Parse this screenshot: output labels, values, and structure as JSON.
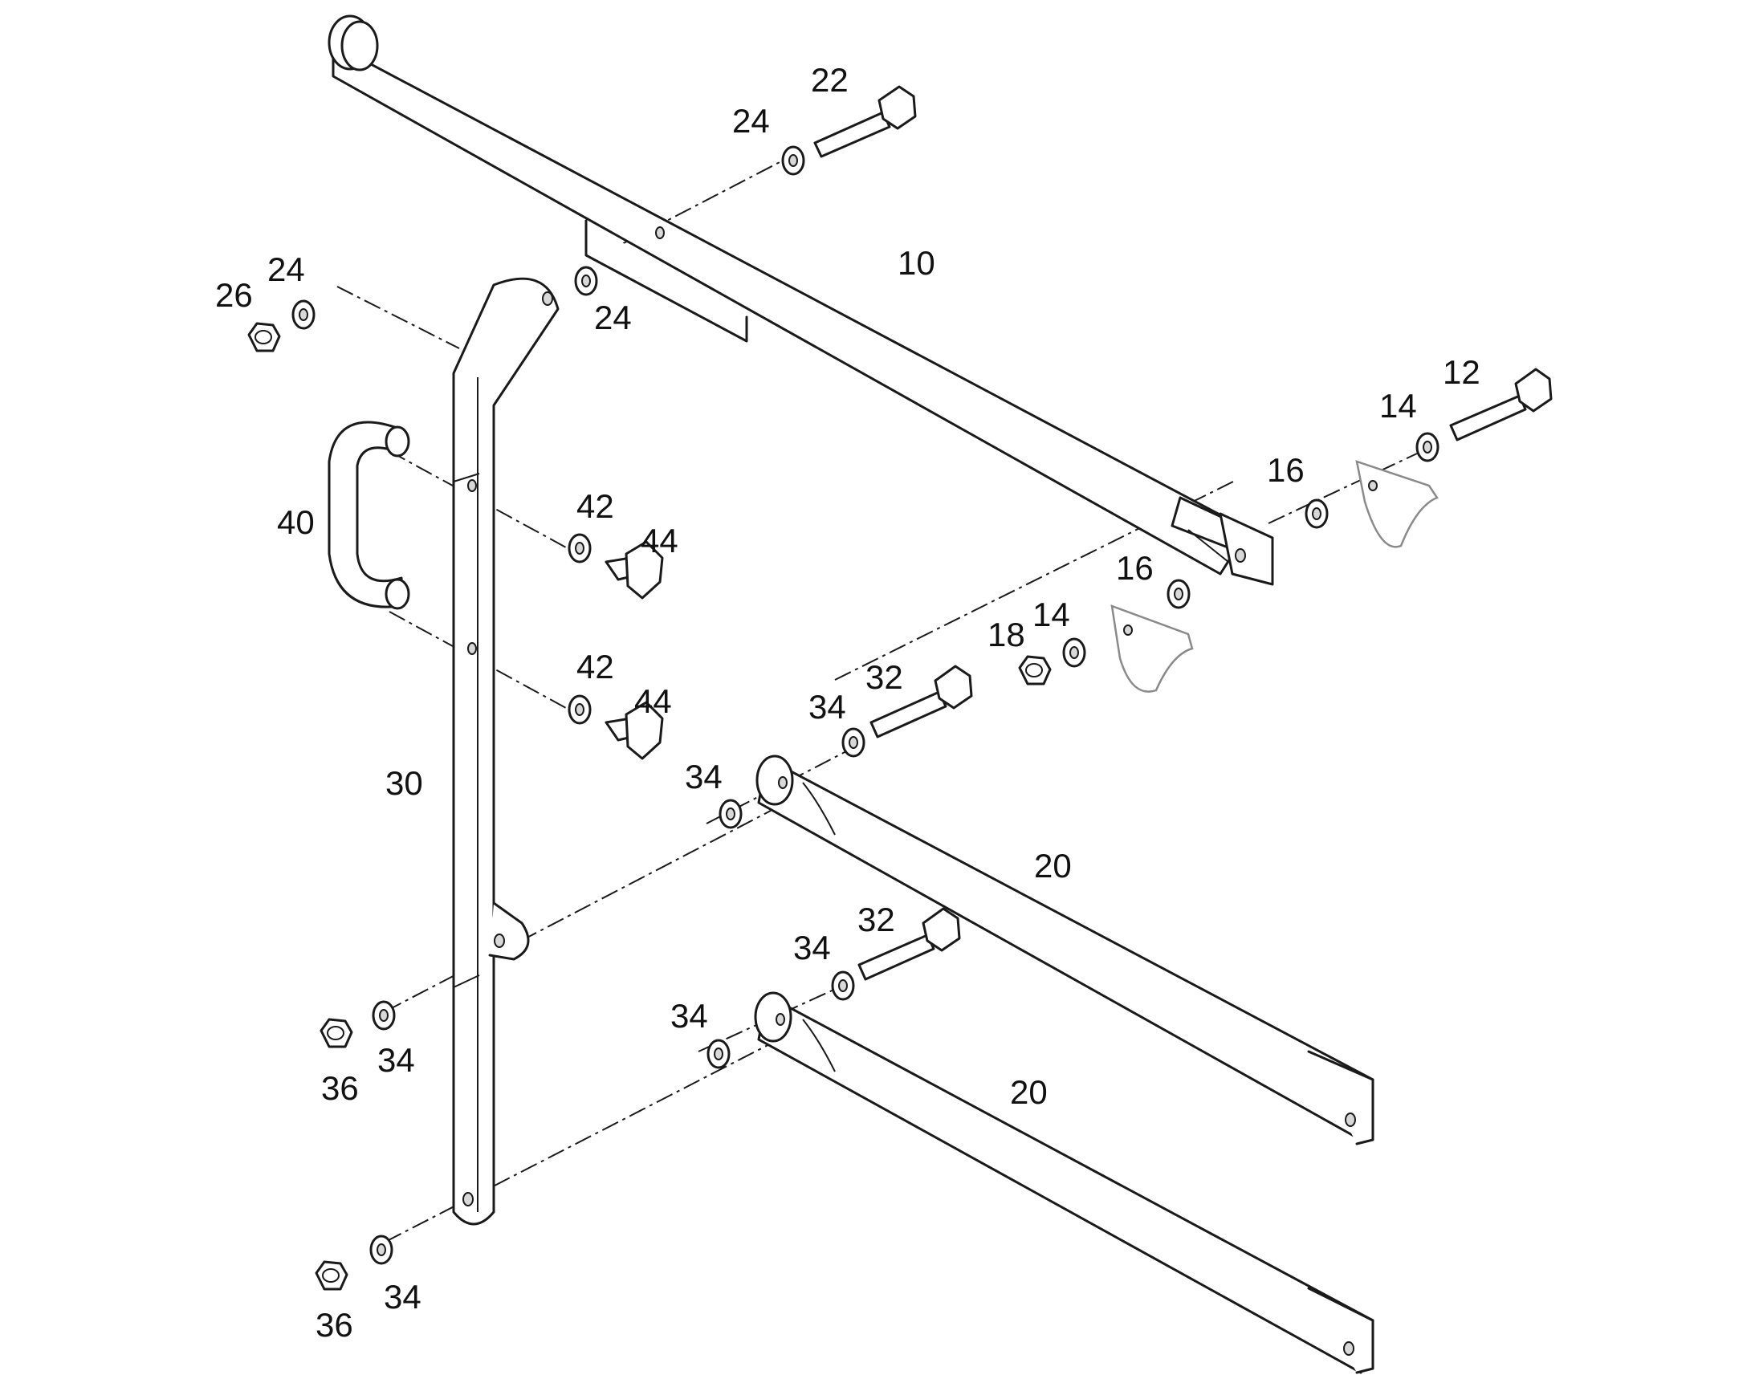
{
  "diagram": {
    "labels": {
      "l10": "10",
      "l12": "12",
      "l14a": "14",
      "l14b": "14",
      "l16a": "16",
      "l16b": "16",
      "l18": "18",
      "l20a": "20",
      "l20b": "20",
      "l22": "22",
      "l24a": "24",
      "l24b": "24",
      "l24c": "24",
      "l26": "26",
      "l30": "30",
      "l32a": "32",
      "l32b": "32",
      "l34a": "34",
      "l34b": "34",
      "l34c": "34",
      "l34d": "34",
      "l34e": "34",
      "l34f": "34",
      "l36a": "36",
      "l36b": "36",
      "l40": "40",
      "l42a": "42",
      "l42b": "42",
      "l44a": "44",
      "l44b": "44"
    },
    "colors": {
      "line": "#1a1a1a",
      "plate": "#8a8a8a",
      "background": "#ffffff"
    }
  }
}
